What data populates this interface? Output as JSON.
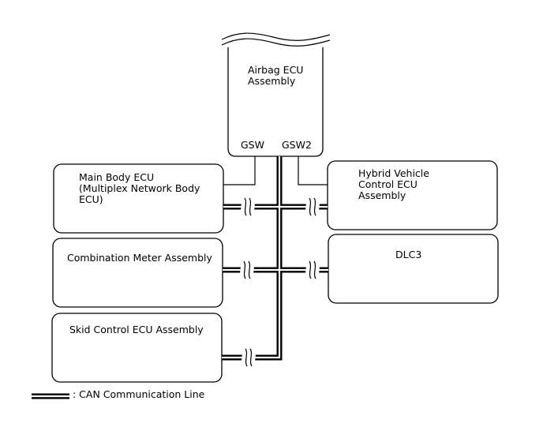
{
  "ecus": {
    "airbag": {
      "line1": "Airbag ECU",
      "line2": "Assembly",
      "pin1": "GSW",
      "pin2": "GSW2"
    },
    "main_body": {
      "line1": "Main Body ECU",
      "line2": "(Multiplex Network Body",
      "line3": "ECU)"
    },
    "combination_meter": {
      "line1": "Combination Meter Assembly"
    },
    "skid_control": {
      "line1": "Skid Control ECU Assembly"
    },
    "hybrid_vehicle": {
      "line1": "Hybrid Vehicle",
      "line2": "Control ECU",
      "line3": "Assembly"
    },
    "dlc3": {
      "line1": "DLC3"
    }
  },
  "legend": {
    "text": ": CAN Communication Line"
  }
}
